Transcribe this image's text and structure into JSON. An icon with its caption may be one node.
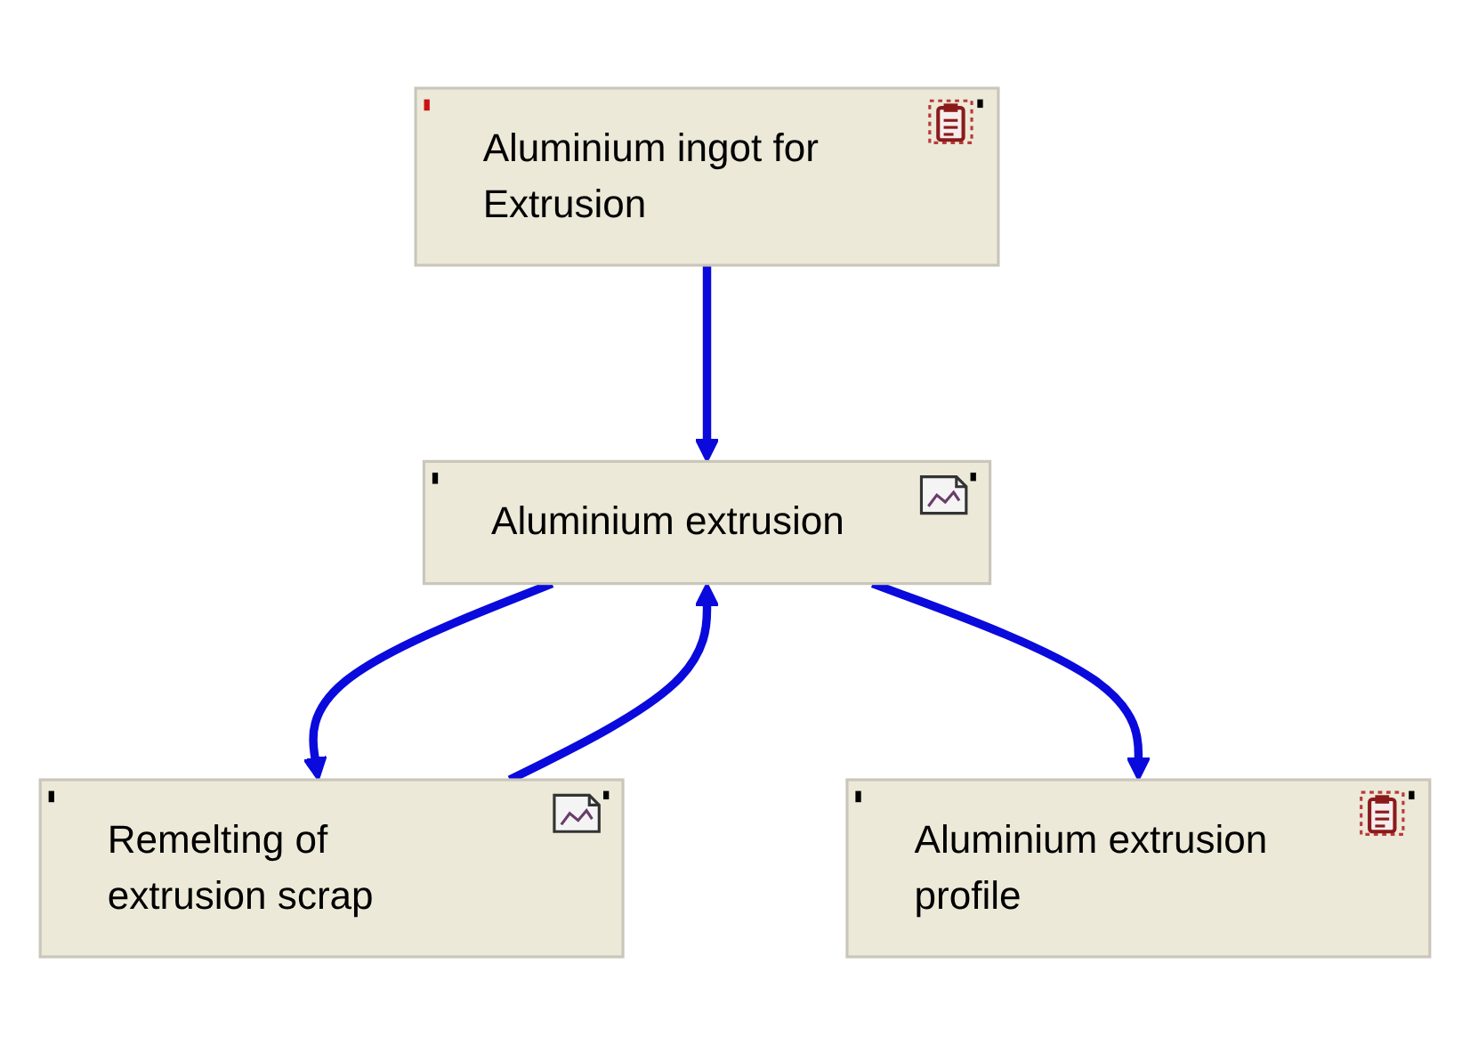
{
  "diagram": {
    "nodes": [
      {
        "text": [
          "Aluminium ingot for Extrusion"
        ]
      },
      {
        "text": [
          "Aluminium extrusion"
        ]
      },
      {
        "text": [
          "Remelting of extrusion scrap"
        ]
      },
      {
        "text": [
          "Aluminium extrusion profile"
        ]
      }
    ],
    "edges": [
      {
        "from": 0,
        "to": 1,
        "arrow": "to"
      },
      {
        "from": 1,
        "to": 2,
        "arrow": "to"
      },
      {
        "from": 2,
        "to": 1,
        "arrow": "to"
      },
      {
        "from": 1,
        "to": 3,
        "arrow": "to"
      }
    ]
  }
}
